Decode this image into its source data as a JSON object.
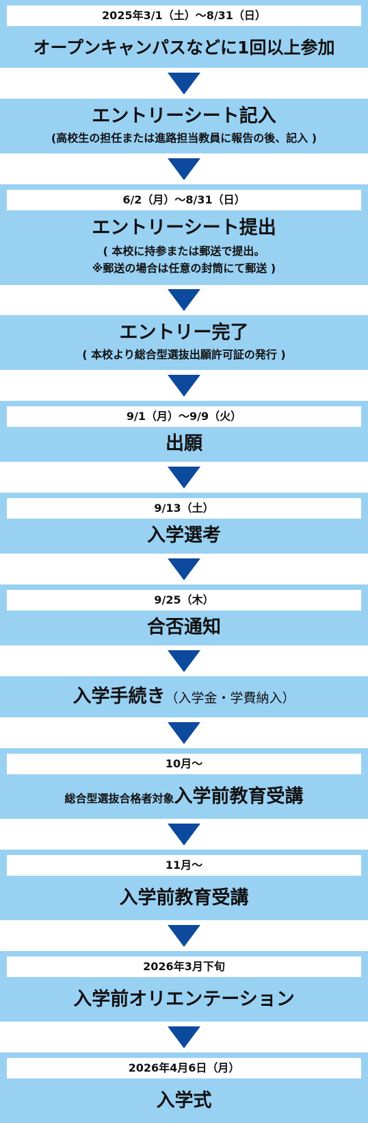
{
  "colors": {
    "box_background": "#99d1f3",
    "date_background": "#ffffff",
    "arrow": "#0d4a9e",
    "text": "#111111"
  },
  "steps": [
    {
      "date": "2025年3/1（土）〜8/31（日）",
      "title": "オープンキャンパスなどに1回以上参加"
    },
    {
      "title": "エントリーシート記入",
      "sub": [
        "(高校生の担任または進路担当教員に報告の後、記入 )"
      ]
    },
    {
      "date": "6/2（月）〜8/31（日）",
      "title": "エントリーシート提出",
      "sub": [
        "( 本校に持参または郵送で提出。",
        "※郵送の場合は任意の封筒にて郵送 )"
      ]
    },
    {
      "title": "エントリー完了",
      "sub": [
        "( 本校より総合型選抜出願許可証の発行 )"
      ]
    },
    {
      "date": "9/1（月）〜9/9（火）",
      "title": "出願"
    },
    {
      "date": "9/13（土）",
      "title": "入学選考"
    },
    {
      "date": "9/25（木）",
      "title": "合否通知"
    },
    {
      "title": "入学手続き",
      "title_note": "（入学金・学費納入）"
    },
    {
      "date": "10月〜",
      "title_prefix": "総合型選抜合格者対象",
      "title": "入学前教育受講"
    },
    {
      "date": "11月〜",
      "title": "入学前教育受講"
    },
    {
      "date": "2026年3月下旬",
      "title": "入学前オリエンテーション"
    },
    {
      "date": "2026年4月6日（月）",
      "title": "入学式"
    }
  ]
}
